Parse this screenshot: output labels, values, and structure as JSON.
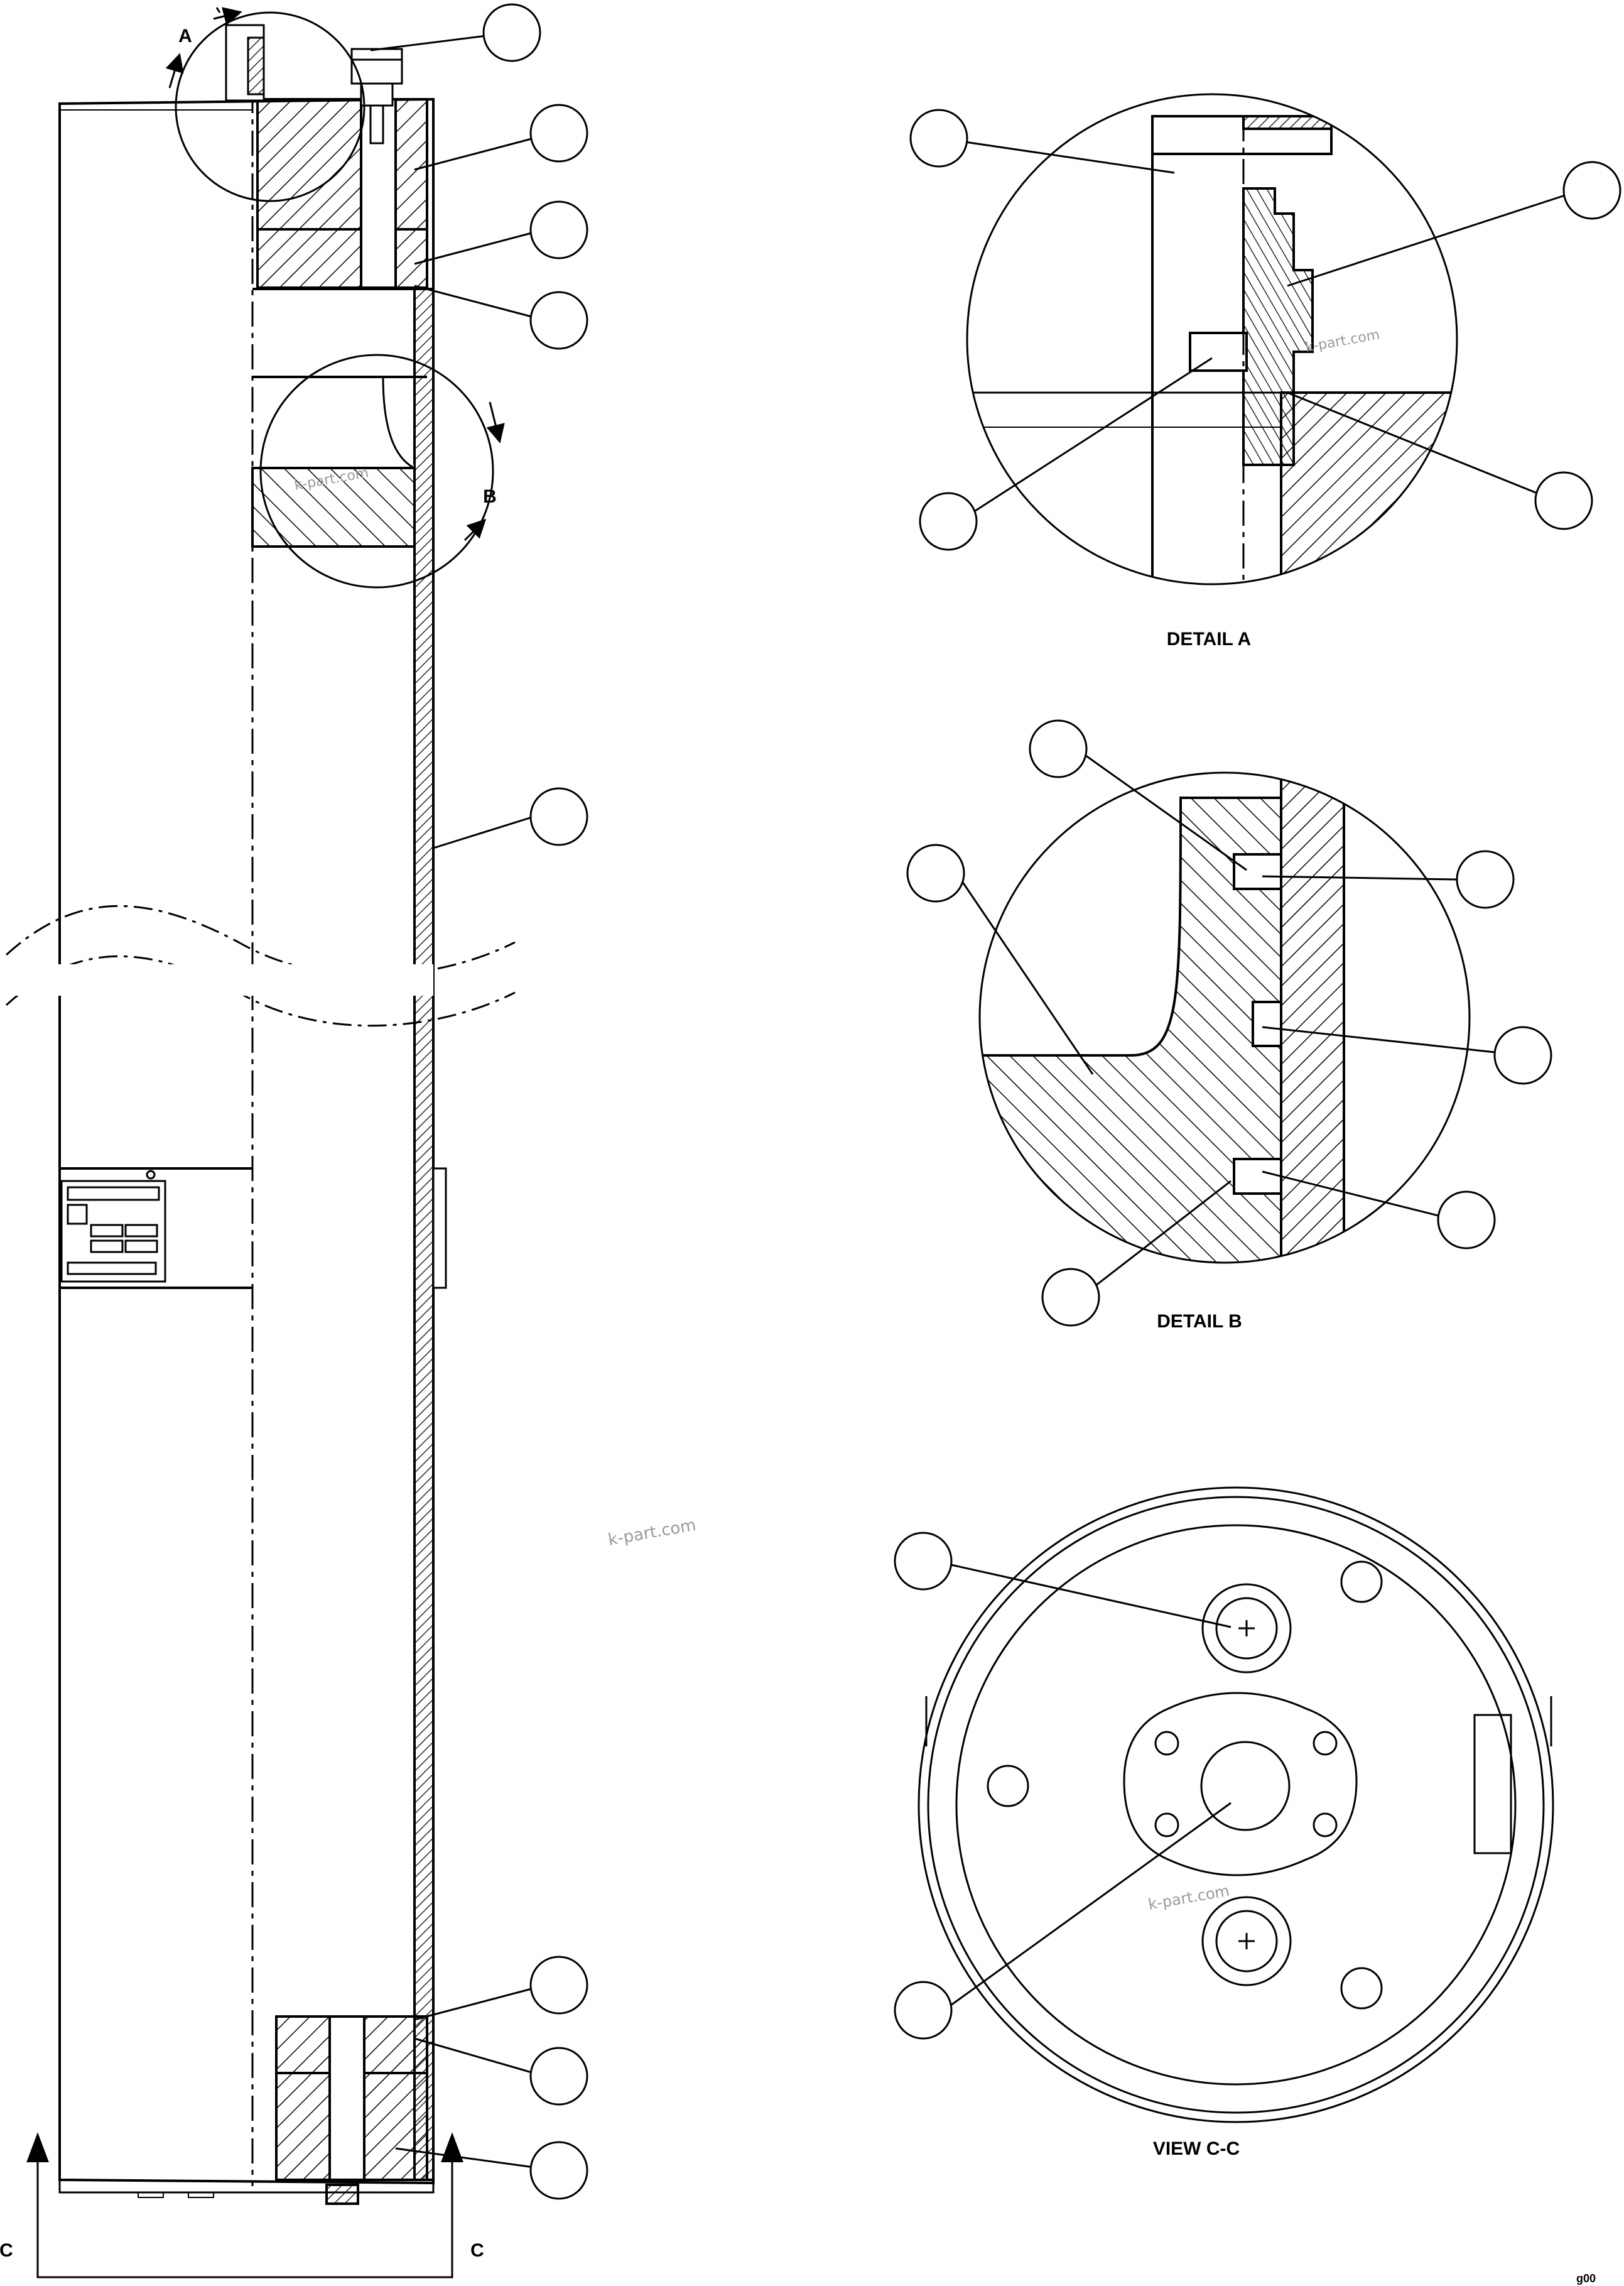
{
  "view_labels": {
    "detail_a": "DETAIL A",
    "detail_b": "DETAIL B",
    "view_cc": "VIEW C-C"
  },
  "markers": {
    "a": "A",
    "b": "B",
    "c_left": "C",
    "c_right": "C"
  },
  "watermarks": {
    "main": "k-part.com",
    "detail_a": "k-part.com",
    "detail_b": "k-part.com",
    "view_cc": "k-part.com"
  },
  "sheet_code": "g00"
}
